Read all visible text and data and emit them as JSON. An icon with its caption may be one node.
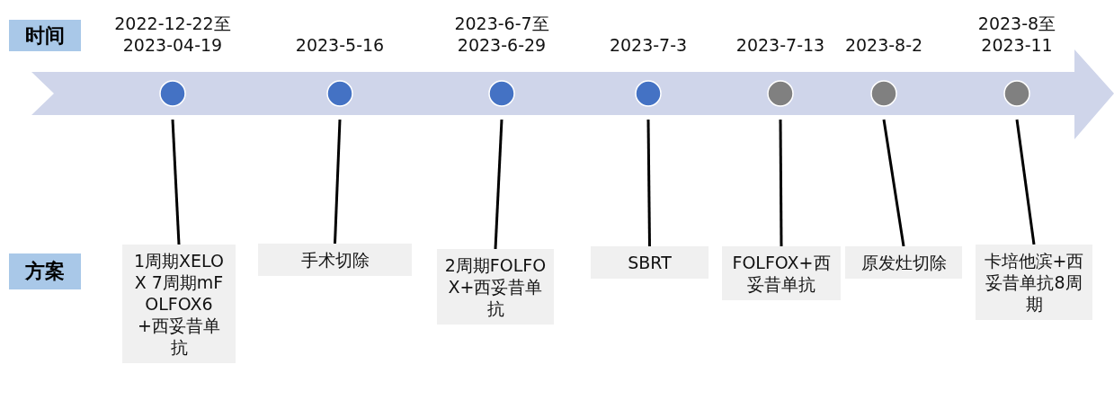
{
  "diagram": {
    "nodes": [
      {
        "text": [
          "时间"
        ]
      },
      {
        "text": [
          "方案"
        ]
      },
      {
        "text": [],
        "shape": "circle",
        "beside": [
          "2022-12-22至2023-04-19"
        ]
      },
      {
        "text": [],
        "shape": "circle",
        "beside": [
          "2023-5-16"
        ]
      },
      {
        "text": [],
        "shape": "circle",
        "beside": [
          "2023-6-7至2023-6-29"
        ]
      },
      {
        "text": [],
        "shape": "circle",
        "beside": [
          "2023-7-3"
        ]
      },
      {
        "text": [],
        "shape": "circle",
        "beside": [
          "2023-7-13"
        ]
      },
      {
        "text": [],
        "shape": "circle",
        "beside": [
          "2023-8-2"
        ]
      },
      {
        "text": [],
        "shape": "circle",
        "beside": [
          "2023-8至2023-11"
        ]
      },
      {
        "text": [
          "1周期XELOX 7周期mFOLFOX6+西妥昔单抗"
        ]
      },
      {
        "text": [
          "手术切除"
        ]
      },
      {
        "text": [
          "2周期FOLFOX+西妥昔单抗"
        ]
      },
      {
        "text": [
          "SBRT"
        ]
      },
      {
        "text": [
          "FOLFOX+西妥昔单抗"
        ]
      },
      {
        "text": [
          "原发灶切除"
        ]
      },
      {
        "text": [
          "卡培他滨+西妥昔单抗8周期"
        ]
      }
    ],
    "edges": [
      {
        "from": 2,
        "to": 9,
        "arrow": "none"
      },
      {
        "from": 3,
        "to": 10,
        "arrow": "none"
      },
      {
        "from": 4,
        "to": 11,
        "arrow": "none"
      },
      {
        "from": 5,
        "to": 12,
        "arrow": "none"
      },
      {
        "from": 6,
        "to": 13,
        "arrow": "none"
      },
      {
        "from": 7,
        "to": 14,
        "arrow": "none"
      },
      {
        "from": 8,
        "to": 15,
        "arrow": "none"
      }
    ]
  }
}
